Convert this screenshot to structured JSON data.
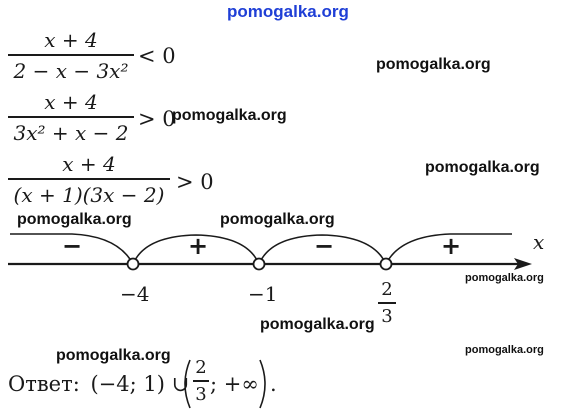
{
  "watermarks": {
    "top": "pomogalka.org",
    "right1": "pomogalka.org",
    "inline2": "pomogalka.org",
    "right3": "pomogalka.org",
    "left4": "pomogalka.org",
    "mid4": "pomogalka.org",
    "small1": "pomogalka.org",
    "mid5": "pomogalka.org",
    "small2": "pomogalka.org",
    "left6": "pomogalka.org"
  },
  "inequality1": {
    "numerator": "x + 4",
    "denominator": "2 − x − 3x²",
    "relation": "< 0"
  },
  "inequality2": {
    "numerator": "x + 4",
    "denominator": "3x² + x − 2",
    "relation": "> 0"
  },
  "inequality3": {
    "numerator": "x + 4",
    "denominator": "(x + 1)(3x − 2)",
    "relation": "> 0"
  },
  "number_line": {
    "axis_label": "x",
    "signs": [
      "−",
      "+",
      "−",
      "+"
    ],
    "points": [
      "−4",
      "−1"
    ],
    "point3": {
      "numerator": "2",
      "denominator": "3"
    }
  },
  "answer": {
    "prefix": "Ответ:",
    "part1": "(−4; 1) ∪",
    "frac_num": "2",
    "frac_den": "3",
    "part2": "; +∞",
    "suffix": "."
  },
  "colors": {
    "watermark_top": "#1f3fd6",
    "ink": "#1a1a1a"
  }
}
